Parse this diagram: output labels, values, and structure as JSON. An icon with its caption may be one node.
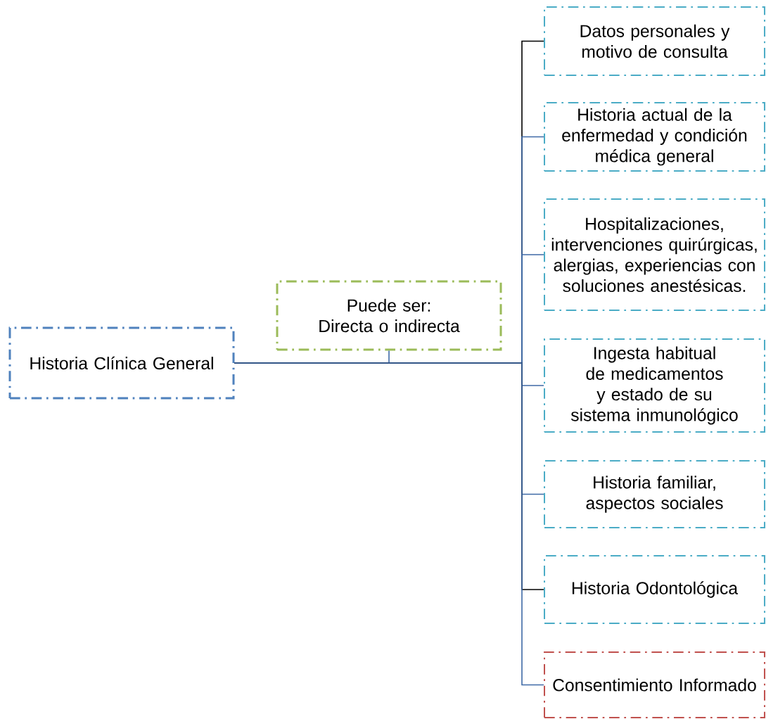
{
  "diagram": {
    "nodes": [
      {
        "text": [
          "Historia Clínica General"
        ]
      },
      {
        "text": [
          "Puede ser: Directa o indirecta"
        ]
      },
      {
        "text": [
          "Datos personales y motivo de consulta"
        ]
      },
      {
        "text": [
          "Historia actual de la enfermedad y condición médica general"
        ]
      },
      {
        "text": [
          "Hospitalizaciones, intervenciones quirúrgicas, alergias, experiencias con soluciones anestésicas."
        ]
      },
      {
        "text": [
          "Ingesta habitual de medicamentos y estado de su sistema inmunológico"
        ]
      },
      {
        "text": [
          "Historia familiar, aspectos sociales"
        ]
      },
      {
        "text": [
          "Historia Odontológica"
        ]
      },
      {
        "text": [
          "Consentimiento Informado"
        ]
      }
    ],
    "edges": [
      {
        "from": 0,
        "to": 1,
        "arrow": "none"
      },
      {
        "from": 0,
        "to": 2,
        "arrow": "none",
        "color": "#000000"
      },
      {
        "from": 0,
        "to": 3,
        "arrow": "none"
      },
      {
        "from": 0,
        "to": 4,
        "arrow": "none"
      },
      {
        "from": 0,
        "to": 5,
        "arrow": "none"
      },
      {
        "from": 0,
        "to": 6,
        "arrow": "none"
      },
      {
        "from": 0,
        "to": 7,
        "arrow": "none",
        "color": "#000000"
      },
      {
        "from": 0,
        "to": 8,
        "arrow": "none"
      }
    ]
  }
}
